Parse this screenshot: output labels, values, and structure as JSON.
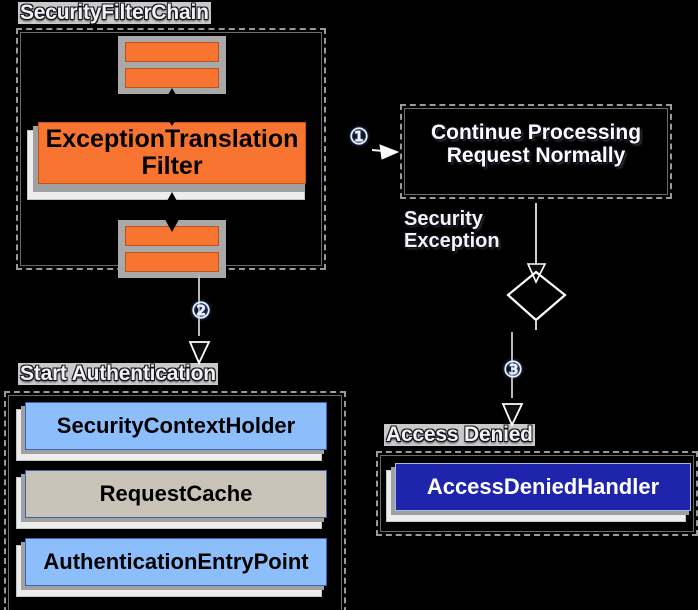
{
  "diagram": {
    "title_hidden": "Spring Security ExceptionTranslationFilter flow",
    "background": "#000000",
    "colors": {
      "filter_orange": "#f87431",
      "node_blue": "#8cbefb",
      "node_tan": "#c9c2b6",
      "node_darkblue": "#1f24ad",
      "group_border": "#9a9a9a",
      "label_strip": "#c9c9c9"
    }
  },
  "groups": {
    "security_filter_chain": {
      "title": "SecurityFilterChain"
    },
    "start_authentication": {
      "title": "Start Authentication"
    },
    "access_denied": {
      "title": "Access Denied"
    }
  },
  "nodes": {
    "exception_translation_filter": {
      "label": "ExceptionTranslation\nFilter"
    },
    "continue_processing": {
      "label": "Continue Processing\nRequest Normally"
    },
    "security_context_holder": {
      "label": "SecurityContextHolder"
    },
    "request_cache": {
      "label": "RequestCache"
    },
    "authentication_entry_point": {
      "label": "AuthenticationEntryPoint"
    },
    "access_denied_handler": {
      "label": "AccessDeniedHandler"
    }
  },
  "edge_labels": {
    "security_exception": "Security\nExcepti​on"
  },
  "labels": {
    "security_exception": "Security\nException"
  },
  "badges": {
    "one": "①",
    "two": "②",
    "three": "③"
  },
  "filters": {
    "upper": [
      {
        "name": "filter-bar-upper-1"
      },
      {
        "name": "filter-bar-upper-2"
      }
    ],
    "lower": [
      {
        "name": "filter-bar-lower-1"
      },
      {
        "name": "filter-bar-lower-2"
      }
    ]
  }
}
